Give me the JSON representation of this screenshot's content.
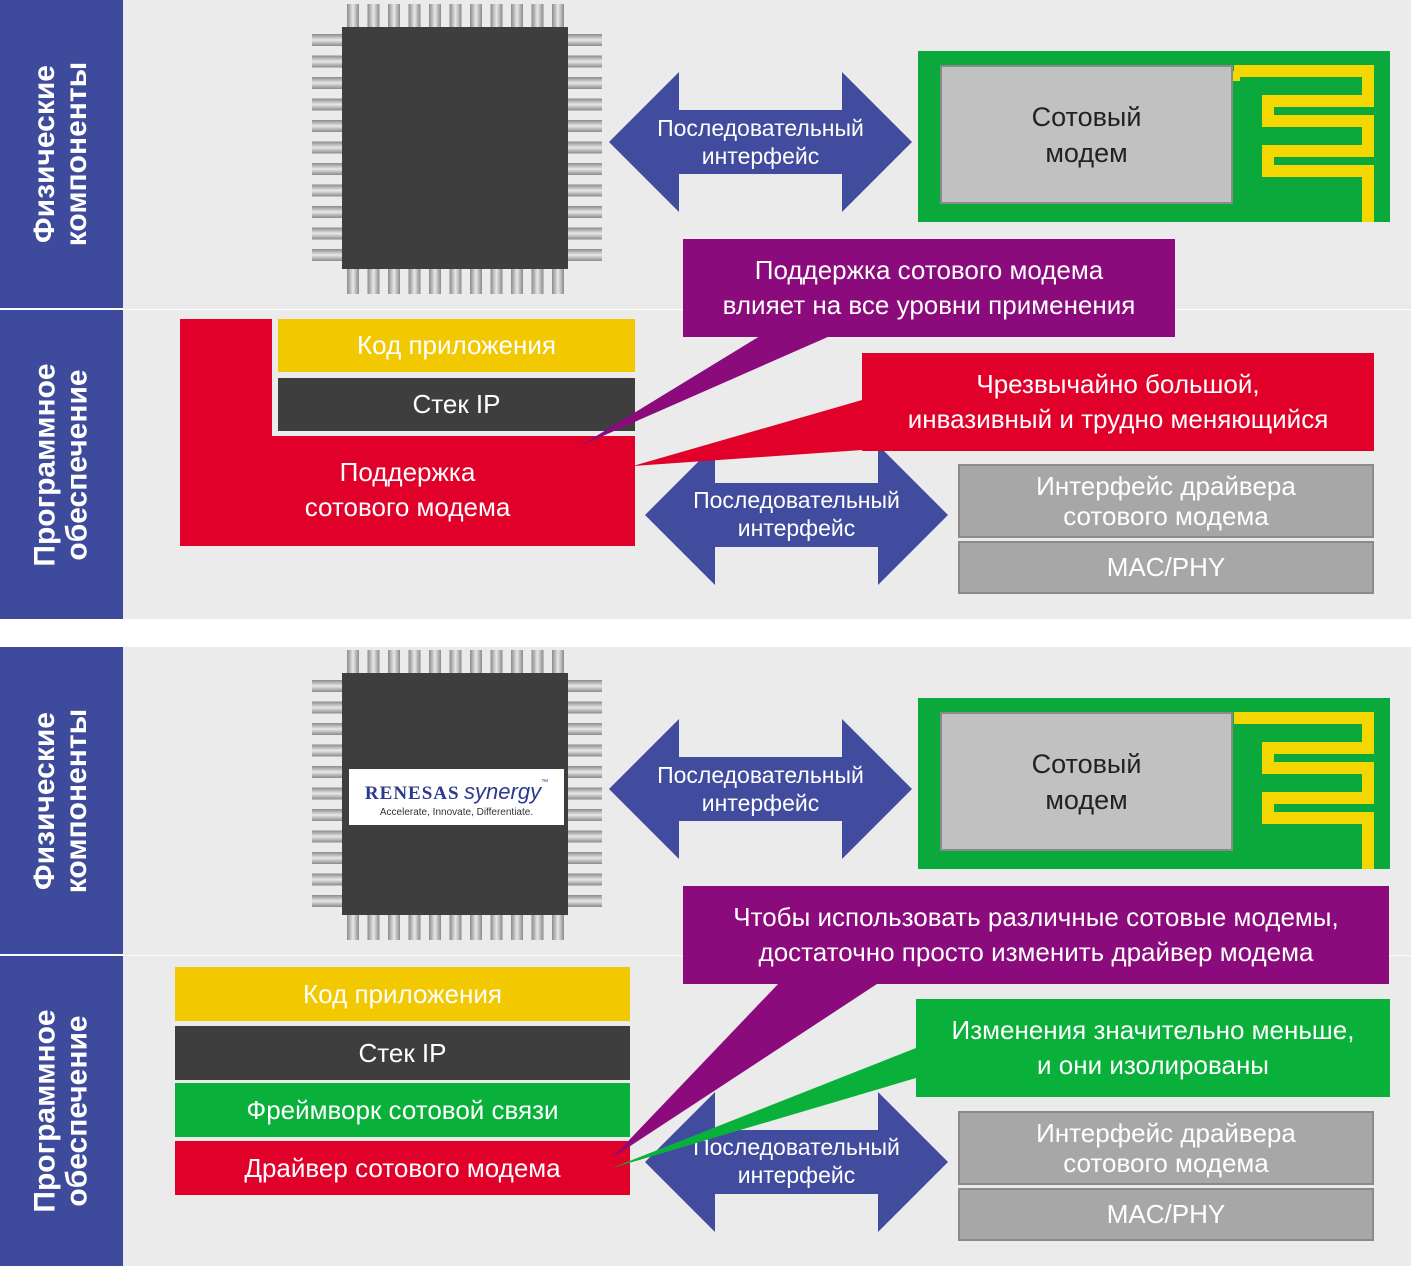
{
  "sections": [
    {
      "side_physical": "Физические\nкомпоненты",
      "side_software": "Программное\nобеспечение",
      "arrow_top": "Последовательный\nинтерфейс",
      "modem": "Сотовый\nмодем",
      "callout_1": "Поддержка сотового модема\nвлияет на все уровни применения",
      "callout_2": "Чрезвычайно большой,\nинвазивный и трудно меняющийся",
      "app_code": "Код приложения",
      "ip_stack": "Стек IP",
      "modem_support": "Поддержка\nсотового модема",
      "arrow_bottom": "Последовательный\nинтерфейс",
      "driver_iface": "Интерфейс драйвера\nсотового модема",
      "mac_phy": "MAC/PHY"
    },
    {
      "side_physical": "Физические\nкомпоненты",
      "side_software": "Программное\nобеспечение",
      "arrow_top": "Последовательный\nинтерфейс",
      "modem": "Сотовый\nмодем",
      "logo_brand": "RENESAS",
      "logo_product": "synergy",
      "logo_tagline": "Accelerate, Innovate, Differentiate.",
      "callout_1": "Чтобы использовать различные сотовые модемы,\nдостаточно просто изменить драйвер модема",
      "callout_2": "Изменения значительно меньше,\nи они изолированы",
      "app_code": "Код приложения",
      "ip_stack": "Стек IP",
      "framework": "Фреймворк сотовой связи",
      "driver": "Драйвер сотового модема",
      "arrow_bottom": "Последовательный\nинтерфейс",
      "driver_iface": "Интерфейс драйвера\nсотового модема",
      "mac_phy": "MAC/PHY"
    }
  ],
  "colors": {
    "navy": "#3e4a9b",
    "arrow": "#414c9e",
    "purple": "#8b0a7c",
    "red": "#e0002a",
    "yellow": "#f2c800",
    "dark": "#3e3e3e",
    "green": "#09b13a",
    "gray_box": "#a7a7a7",
    "modem_board": "#0ba83c",
    "antenna": "#f4d600"
  }
}
